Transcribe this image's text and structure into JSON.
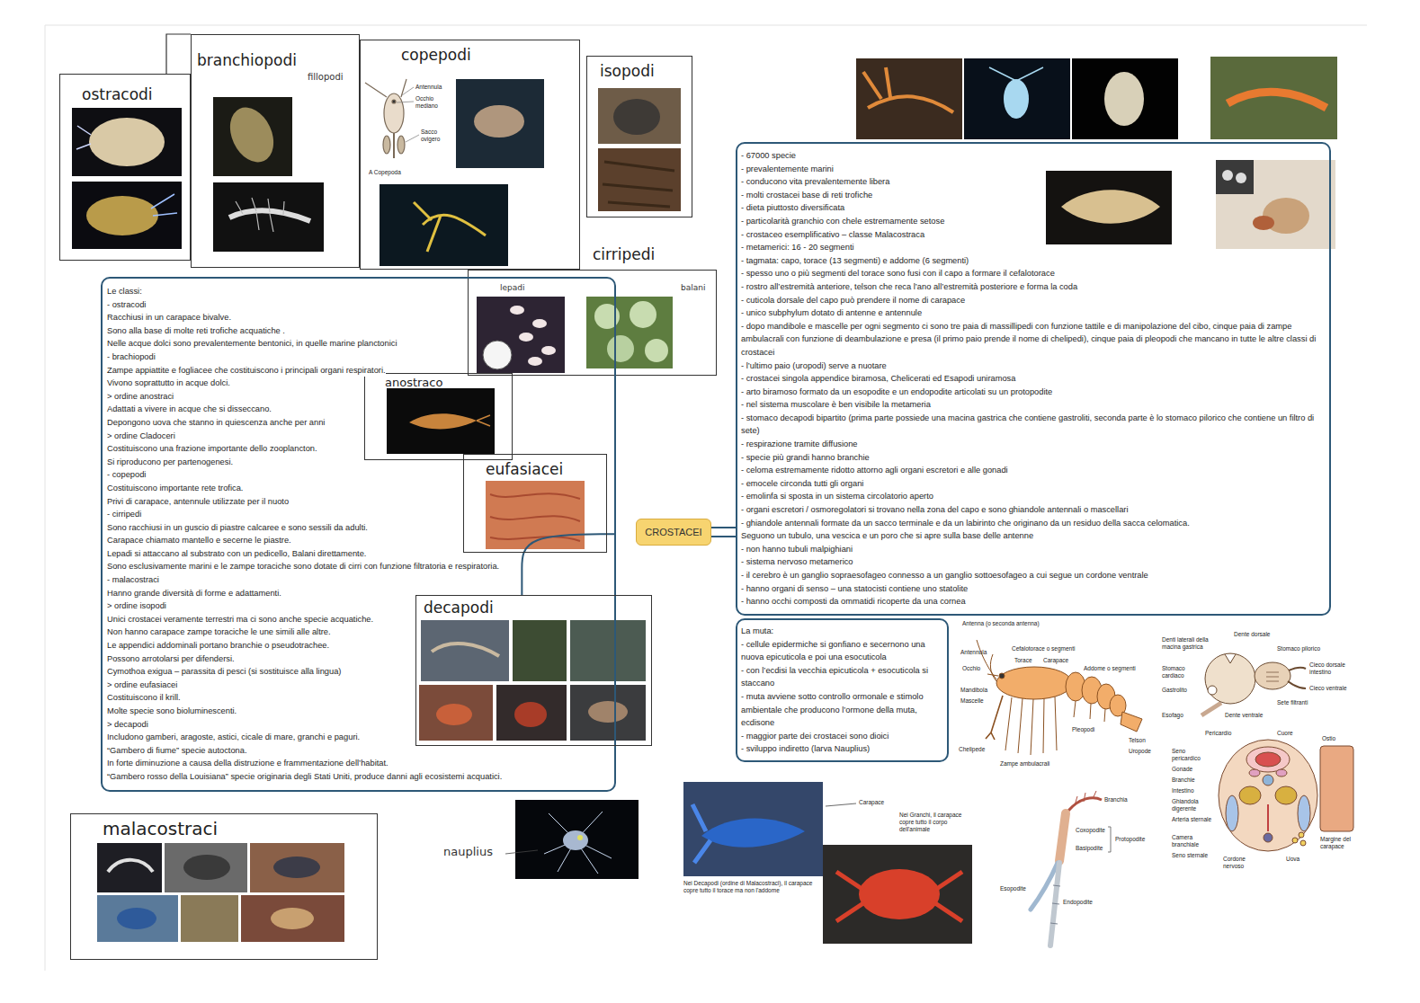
{
  "diagram": {
    "nodes": [
      {
        "text": [
          "ostracodi"
        ]
      },
      {
        "text": [
          "branchiopodi"
        ]
      },
      {
        "text": [
          "copepodi"
        ]
      },
      {
        "text": [
          "isopodi"
        ]
      },
      {
        "text": [
          "cirripedi"
        ]
      },
      {
        "text": [
          "Le classi:",
          "- ostracodi",
          "Racchiusi in un carapace bivalve.",
          "Sono alla base di molte reti trofiche acquatiche .",
          "Nelle acque dolci sono prevalentemente bentonici, in quelle marine planctonici",
          "- brachiopodi",
          "Zampe appiattite e fogliacee che costituiscono i principali organi respiratori.",
          "Vivono soprattutto in acque dolci.",
          "> ordine anostraci",
          "Adattati a vivere in acque che si disseccano.",
          "Depongono uova che stanno in quiescenza anche per anni",
          "> ordine Cladoceri",
          "Costituiscono una frazione importante dello zooplancton.",
          "Si riproducono per partenogenesi.",
          "- copepodi",
          "Costituiscono importante rete trofica.",
          "Privi di carapace, antennule utilizzate per il nuoto",
          "- cirripedi",
          "Sono racchiusi in un guscio di piastre calcaree e sono sessili da adulti.",
          "Carapace chiamato mantello e secerne le piastre.",
          "Lepadi si attaccano al substrato con un pedicello, Balani direttamente.",
          "Sono esclusivamente marini e le zampe toraciche sono dotate di cirri con funzione filtratoria e respiratoria.",
          "- malacostraci",
          "Hanno grande diversità di forme e adattamenti.",
          "> ordine isopodi",
          "Unici crostacei veramente terrestri ma ci sono anche specie acquatiche.",
          "Non hanno carapace zampe toraciche le une simili alle altre.",
          "Le appendici addominali portano branchie o pseudotrachee.",
          "Possono arrotolarsi per difendersi.",
          "Cymothoa exigua – parassita di pesci (si sostituisce alla lingua)",
          "> ordine eufasiacei",
          "Costituiscono il krill.",
          "Molte specie sono bioluminescenti.",
          "> decapodi",
          "Includono gamberi, aragoste, astici, cicale di mare, granchi e paguri.",
          "“Gambero di fiume” specie autoctona.",
          "In forte diminuzione a causa della distruzione e frammentazione dell’habitat.",
          "“Gambero rosso della Louisiana” specie originaria degli Stati Uniti, produce danni agli ecosistemi acquatici."
        ]
      },
      {
        "text": [
          "anostraco"
        ]
      },
      {
        "text": [
          "eufasiacei"
        ]
      },
      {
        "text": [
          "decapodi"
        ]
      },
      {
        "text": [
          "CROSTACEI"
        ]
      },
      {
        "text": [
          "- 67000 specie",
          "- prevalentemente marini",
          "- conducono vita prevalentemente libera",
          "- molti crostacei base di reti trofiche",
          "- dieta piuttosto diversificata",
          "- particolarità granchio con chele estremamente setose",
          "- crostaceo esemplificativo – classe Malacostraca",
          "- metamerici: 16 - 20 segmenti",
          "- tagmata: capo, torace (13 segmenti) e addome (6 segmenti)",
          "- spesso uno o più segmenti del torace sono fusi con il capo a formare il cefalotorace",
          "- rostro all’estremità anteriore, telson che reca l’ano all’estremità posteriore e forma la coda",
          "- cuticola dorsale del capo può prendere il nome di carapace",
          "- unico subphylum dotato di antenne e antennule",
          "- dopo mandibole e mascelle per ogni segmento ci sono tre paia di massillipedi con funzione tattile e di manipolazione del cibo, cinque paia di zampe ambulacrali con funzione di deambulazione e presa (il primo paio prende il nome di chelipedi), cinque paia di pleopodi che mancano in tutte le altre classi di crostacei",
          "- l’ultimo paio (uropodi) serve a nuotare",
          "- crostacei singola appendice biramosa, Chelicerati ed Esapodi uniramosa",
          "- arto biramoso formato da un esopodite e un endopodite articolati su un protopodite",
          "- nel sistema muscolare è ben visibile la metameria",
          "- stomaco decapodi bipartito (prima parte possiede una macina gastrica che contiene gastroliti, seconda parte è lo stomaco pilorico che contiene un filtro di sete)",
          "- respirazione tramite diffusione",
          "- specie più grandi hanno branchie",
          "- celoma estremamente ridotto attorno agli organi escretori e alle gonadi",
          "- emocele circonda tutti gli organi",
          "- emolinfa si sposta in un sistema circolatorio aperto",
          "- organi escretori / osmoregolatori si trovano nella zona del capo e sono ghiandole antennali o mascellari",
          "- ghiandole antennali formate da un sacco terminale e da un labirinto che originano da un residuo della sacca celomatica.",
          "Seguono un tubulo, una vescica e un poro che si apre sulla base delle antenne",
          "- non hanno tubuli malpighiani",
          "- sistema nervoso metamerico",
          "- il cerebro è un ganglio sopraesofageo connesso a un ganglio sottoesofageo a cui segue un cordone ventrale",
          "- hanno organi di senso – una statocisti contiene uno statolite",
          "- hanno occhi composti da ommatidi ricoperte da una cornea"
        ]
      },
      {
        "text": [
          "La muta:",
          "- cellule epidermiche si gonfiano e secernono una nuova epicuticola e poi una esocuticola",
          "- con l’ecdisi la vecchia epicuticola + esocuticola si staccano",
          "- muta avviene sotto controllo ormonale e stimolo ambientale che producono l’ormone della muta, ecdisone",
          "- maggior parte dei crostacei sono dioici",
          "- sviluppo indiretto (larva Nauplius)"
        ]
      },
      {
        "text": [
          "malacostraci"
        ]
      }
    ],
    "edges": [
      {
        "from": 8,
        "to": 5,
        "arrow": "none"
      },
      {
        "from": 9,
        "to": 10,
        "arrow": "none"
      },
      {
        "from": 9,
        "to": 11,
        "arrow": "none"
      }
    ],
    "labels": [
      "fillopodi",
      "Antennula",
      "Occhio mediano",
      "Sacco ovigero",
      "A Copepoda",
      "lepadi",
      "balani",
      "nauplius",
      "Carapace",
      "Nei Granchi, il carapace copre tutto il corpo dell'animale",
      "Nei Decapodi (ordine di Malacostraci), il carapace copre tutto il torace ma non l'addome",
      "Antenna (o seconda antenna)",
      "Antennula",
      "Cefalotorace o segmenti",
      "Addome o segmenti",
      "Carapace",
      "Torace",
      "Occhio",
      "Mandibola",
      "Mascelle",
      "Chelipede",
      "Zampe ambulacrali",
      "Pleopodi",
      "Telson",
      "Uropode",
      "Dente dorsale",
      "Denti laterali della macina gastrica",
      "Stomaco pilorico",
      "Stomaco cardiaco",
      "Cieco dorsale intestino",
      "Cieco ventrale",
      "Gastrolito",
      "Sete filtranti",
      "Esofago",
      "Dente ventrale",
      "Pericardio",
      "Cuore",
      "Ostio",
      "Seno pericardico",
      "Gonade",
      "Branchie",
      "Intestino",
      "Ghiandola digerente",
      "Arteria sternale",
      "Camera branchiale",
      "Seno sternale",
      "Cordone nervoso",
      "Uova",
      "Margine del carapace",
      "Branchia",
      "Coxopodite",
      "Basipodite",
      "Protopodite",
      "Esopodite",
      "Endopodite"
    ]
  }
}
